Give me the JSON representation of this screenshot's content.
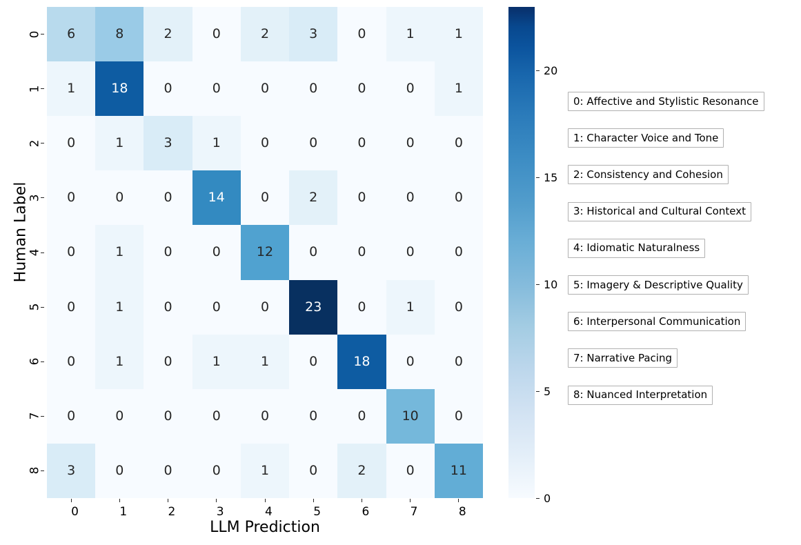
{
  "chart_data": {
    "type": "heatmap",
    "title": "",
    "xlabel": "LLM Prediction",
    "ylabel": "Human Label",
    "x_tick_labels": [
      "0",
      "1",
      "2",
      "3",
      "4",
      "5",
      "6",
      "7",
      "8"
    ],
    "y_tick_labels": [
      "0",
      "1",
      "2",
      "3",
      "4",
      "5",
      "6",
      "7",
      "8"
    ],
    "categories": [
      "0",
      "1",
      "2",
      "3",
      "4",
      "5",
      "6",
      "7",
      "8"
    ],
    "colormap": "Blues",
    "grid": false,
    "legend_position": "right-outside",
    "vmin": 0,
    "vmax": 23,
    "colorbar": {
      "ticks": [
        20,
        15,
        10,
        5,
        0
      ],
      "tick_labels": [
        "20",
        "15",
        "10",
        "5",
        "0"
      ],
      "min_color": "#f7fbff",
      "max_color": "#08306b"
    },
    "matrix": [
      [
        6,
        8,
        2,
        0,
        2,
        3,
        0,
        1,
        1
      ],
      [
        1,
        18,
        0,
        0,
        0,
        0,
        0,
        0,
        1
      ],
      [
        0,
        1,
        3,
        1,
        0,
        0,
        0,
        0,
        0
      ],
      [
        0,
        0,
        0,
        14,
        0,
        2,
        0,
        0,
        0
      ],
      [
        0,
        1,
        0,
        0,
        12,
        0,
        0,
        0,
        0
      ],
      [
        0,
        1,
        0,
        0,
        0,
        23,
        0,
        1,
        0
      ],
      [
        0,
        1,
        0,
        1,
        1,
        0,
        18,
        0,
        0
      ],
      [
        0,
        0,
        0,
        0,
        0,
        0,
        0,
        10,
        0
      ],
      [
        3,
        0,
        0,
        0,
        1,
        0,
        2,
        0,
        11
      ]
    ]
  },
  "legend": {
    "items": [
      {
        "label": "0: Affective and Stylistic Resonance"
      },
      {
        "label": "1: Character Voice and Tone"
      },
      {
        "label": "2: Consistency and Cohesion"
      },
      {
        "label": "3: Historical and Cultural Context"
      },
      {
        "label": "4: Idiomatic Naturalness"
      },
      {
        "label": "5: Imagery & Descriptive Quality"
      },
      {
        "label": "6: Interpersonal Communication"
      },
      {
        "label": "7: Narrative Pacing"
      },
      {
        "label": "8: Nuanced Interpretation"
      }
    ]
  }
}
